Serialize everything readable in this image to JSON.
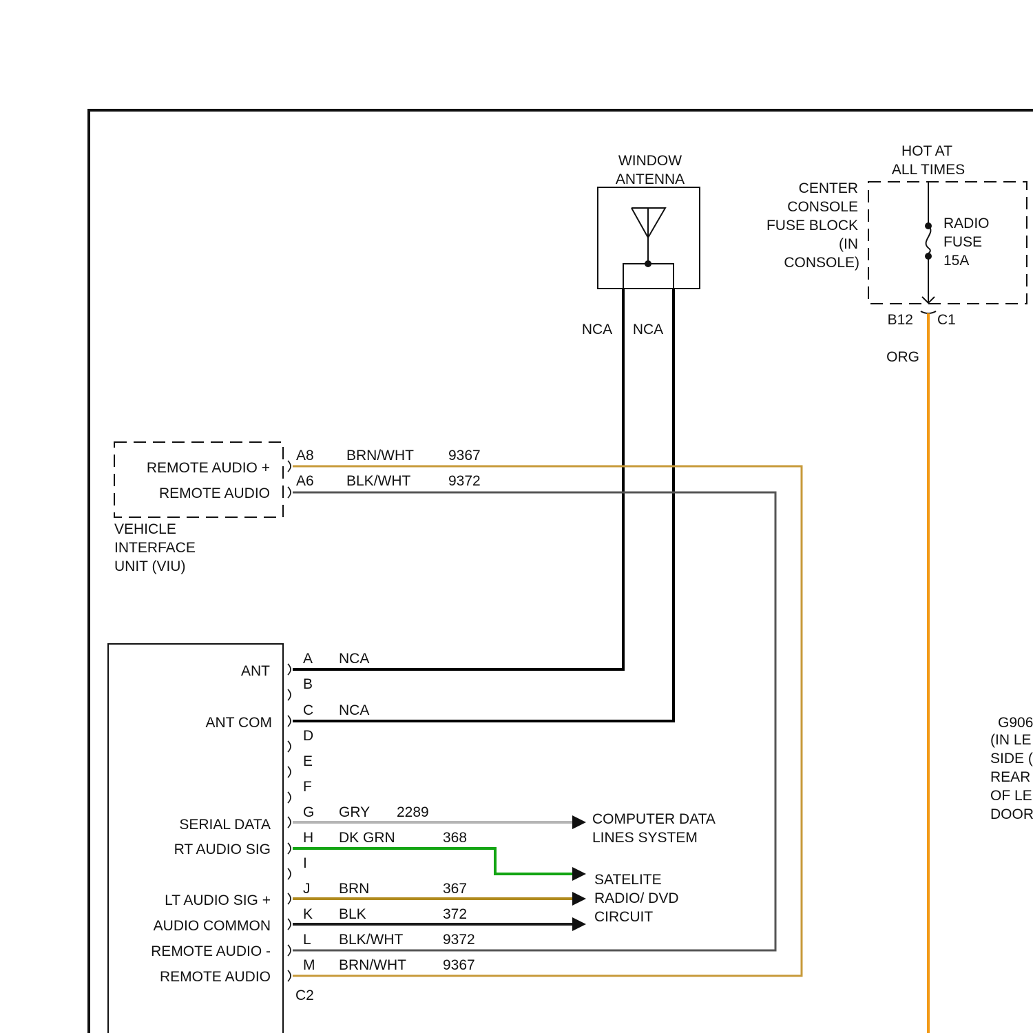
{
  "colors": {
    "ink": "#111111",
    "nca": "#000000",
    "brn_wht": "#c79a3a",
    "blk_wht": "#555555",
    "gry": "#b5b5b5",
    "dk_grn": "#13a513",
    "brn": "#b08a1e",
    "blk": "#1a1a1a",
    "org": "#f29a18"
  },
  "antenna": {
    "title_line1": "WINDOW",
    "title_line2": "ANTENNA",
    "left_wire_label": "NCA",
    "right_wire_label": "NCA"
  },
  "fuse_block": {
    "hot_line1": "HOT AT",
    "hot_line2": "ALL TIMES",
    "name_lines": [
      "CENTER",
      "CONSOLE",
      "FUSE BLOCK",
      "(IN",
      "CONSOLE)"
    ],
    "fuse_lines": [
      "RADIO",
      "FUSE",
      "15A"
    ],
    "pin_left": "B12",
    "pin_right": "C1",
    "wire_color": "ORG"
  },
  "viu": {
    "pins": [
      {
        "pin": "A8",
        "label": "REMOTE AUDIO +",
        "color": "BRN/WHT",
        "circuit": "9367"
      },
      {
        "pin": "A6",
        "label": "REMOTE AUDIO",
        "color": "BLK/WHT",
        "circuit": "9372"
      }
    ],
    "name_lines": [
      "VEHICLE",
      "INTERFACE",
      "UNIT (VIU)"
    ]
  },
  "radio": {
    "pins": [
      {
        "pin": "A",
        "label": "ANT",
        "color": "NCA",
        "circuit": ""
      },
      {
        "pin": "B",
        "label": "",
        "color": "",
        "circuit": ""
      },
      {
        "pin": "C",
        "label": "ANT COM",
        "color": "NCA",
        "circuit": ""
      },
      {
        "pin": "D",
        "label": "",
        "color": "",
        "circuit": ""
      },
      {
        "pin": "E",
        "label": "",
        "color": "",
        "circuit": ""
      },
      {
        "pin": "F",
        "label": "",
        "color": "",
        "circuit": ""
      },
      {
        "pin": "G",
        "label": "SERIAL DATA",
        "color": "GRY",
        "circuit": "2289"
      },
      {
        "pin": "H",
        "label": "RT AUDIO SIG",
        "color": "DK GRN",
        "circuit": "368"
      },
      {
        "pin": "I",
        "label": "",
        "color": "",
        "circuit": ""
      },
      {
        "pin": "J",
        "label": "LT AUDIO SIG +",
        "color": "BRN",
        "circuit": "367"
      },
      {
        "pin": "K",
        "label": "AUDIO COMMON",
        "color": "BLK",
        "circuit": "372"
      },
      {
        "pin": "L",
        "label": "REMOTE AUDIO -",
        "color": "BLK/WHT",
        "circuit": "9372"
      },
      {
        "pin": "M",
        "label": "REMOTE AUDIO",
        "color": "BRN/WHT",
        "circuit": "9367"
      }
    ],
    "connector": "C2"
  },
  "destinations": {
    "computer_data": [
      "COMPUTER DATA",
      "LINES SYSTEM"
    ],
    "satellite": [
      "SATELITE",
      "RADIO/ DVD",
      "CIRCUIT"
    ]
  },
  "ground": {
    "lines": [
      "G906",
      "(IN LE",
      "SIDE (",
      "REAR",
      "OF LE",
      "DOOR"
    ]
  }
}
